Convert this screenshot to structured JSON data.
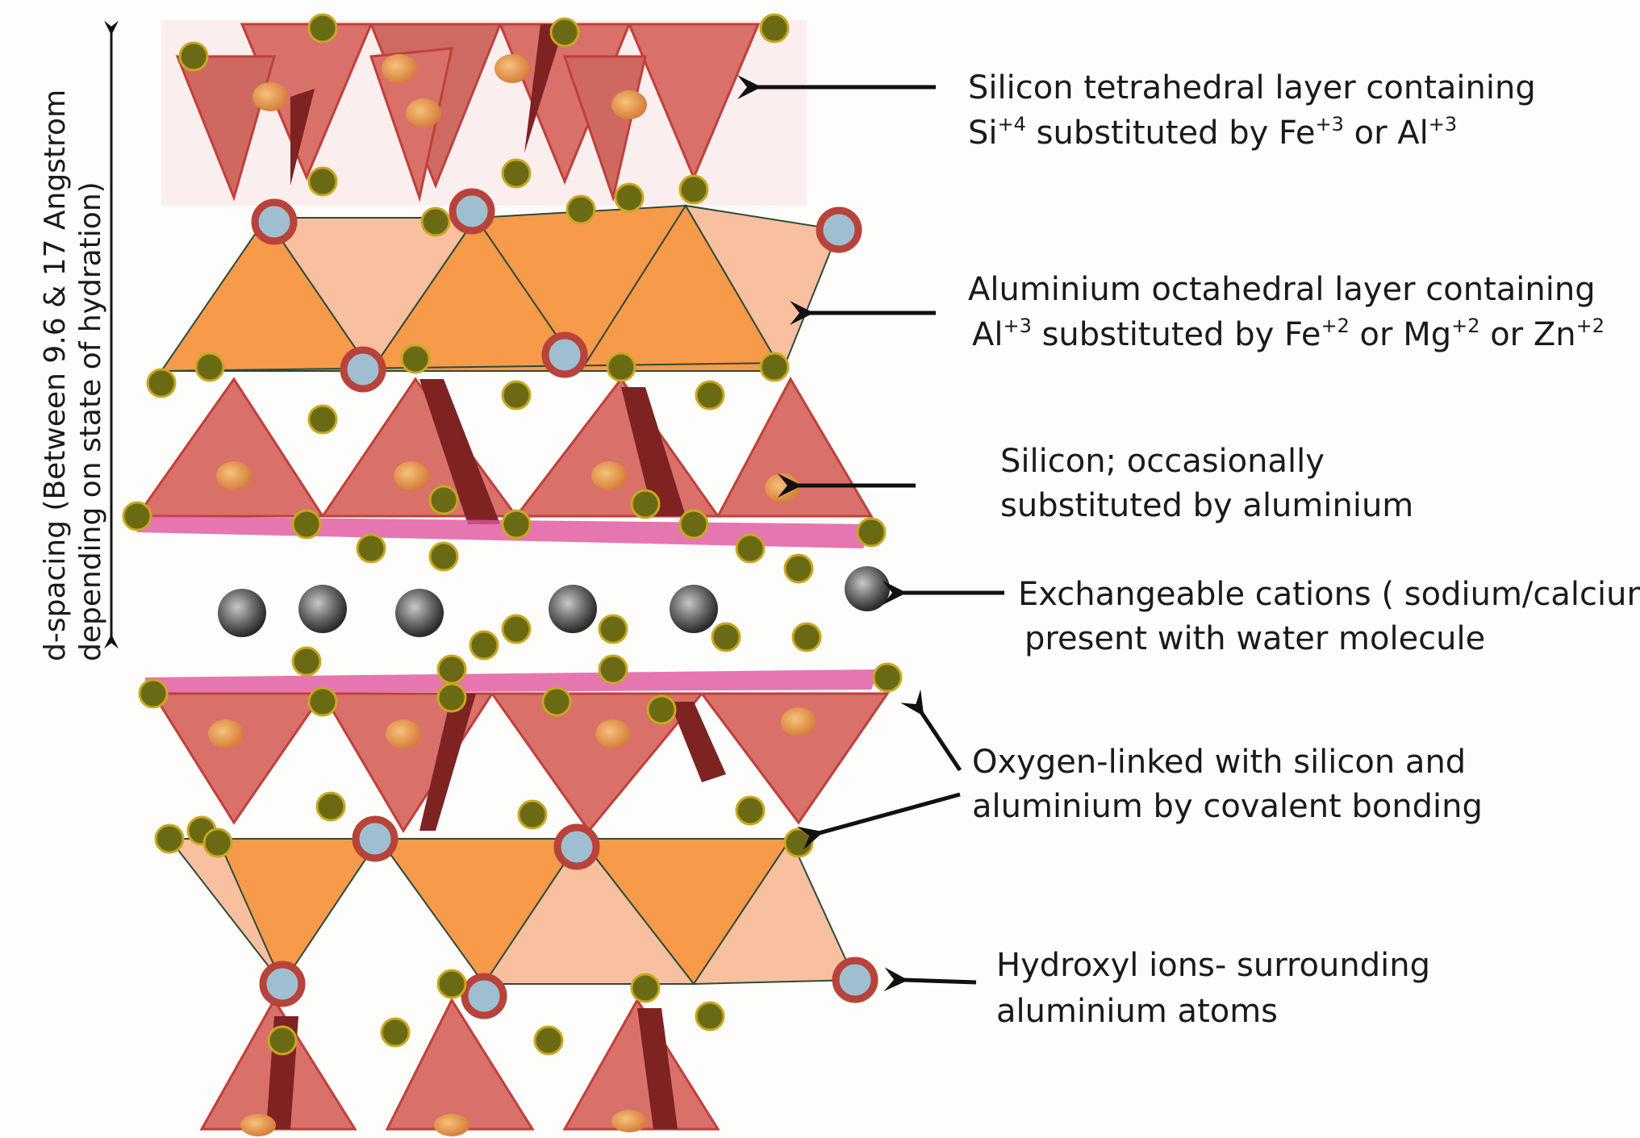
{
  "colors": {
    "tetra_face": "#d9706a",
    "tetra_dark": "#7e2222",
    "octa_orange": "#f79a4a",
    "octa_light": "#f8c09f",
    "oxygen": "#6b6a14",
    "hydroxyl_ring": "#b8433a",
    "hydroxyl_core": "#9fbfd0",
    "cation": "#4e4e4e",
    "sheet_pink": "#e0549e",
    "text": "#1a1a1a"
  },
  "side_label": {
    "line1": "d-spacing (Between 9.6  &  17 Angstrom",
    "line2": "depending on state of hydration)"
  },
  "labels": {
    "tetrahedral": {
      "line1": "Silicon tetrahedral layer containing",
      "line2": {
        "a": "Si",
        "a_sup": "+4",
        "b": " substituted by Fe",
        "b_sup": "+3",
        "c": " or Al",
        "c_sup": "+3"
      }
    },
    "octahedral": {
      "line1": "Aluminium octahedral layer containing",
      "line2": {
        "a": "Al",
        "a_sup": "+3",
        "b": " substituted by Fe",
        "b_sup": "+2",
        "c": " or Mg",
        "c_sup": "+2",
        "d": "  or Zn",
        "d_sup": "+2"
      }
    },
    "silicon": {
      "line1": "Silicon; occasionally",
      "line2": "substituted by aluminium"
    },
    "cations": {
      "line1": "Exchangeable cations ( sodium/calcium)",
      "line2": "present with water molecule"
    },
    "oxygen": {
      "line1": "Oxygen-linked with silicon and",
      "line2": "aluminium by covalent bonding"
    },
    "hydroxyl": {
      "line1": "Hydroxyl ions- surrounding",
      "line2": "aluminium atoms"
    }
  }
}
